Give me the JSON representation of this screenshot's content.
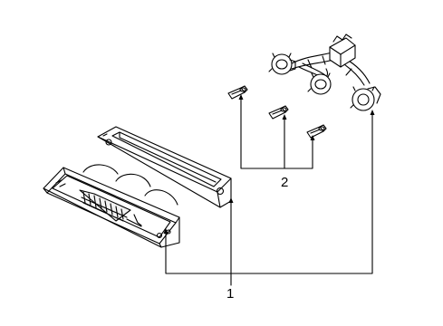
{
  "diagram": {
    "callouts": [
      {
        "id": "callout-1",
        "label": "1"
      },
      {
        "id": "callout-2",
        "label": "2"
      }
    ],
    "colors": {
      "line": "#000000",
      "fill": "#ffffff",
      "shade": "#e6e6e6"
    }
  }
}
